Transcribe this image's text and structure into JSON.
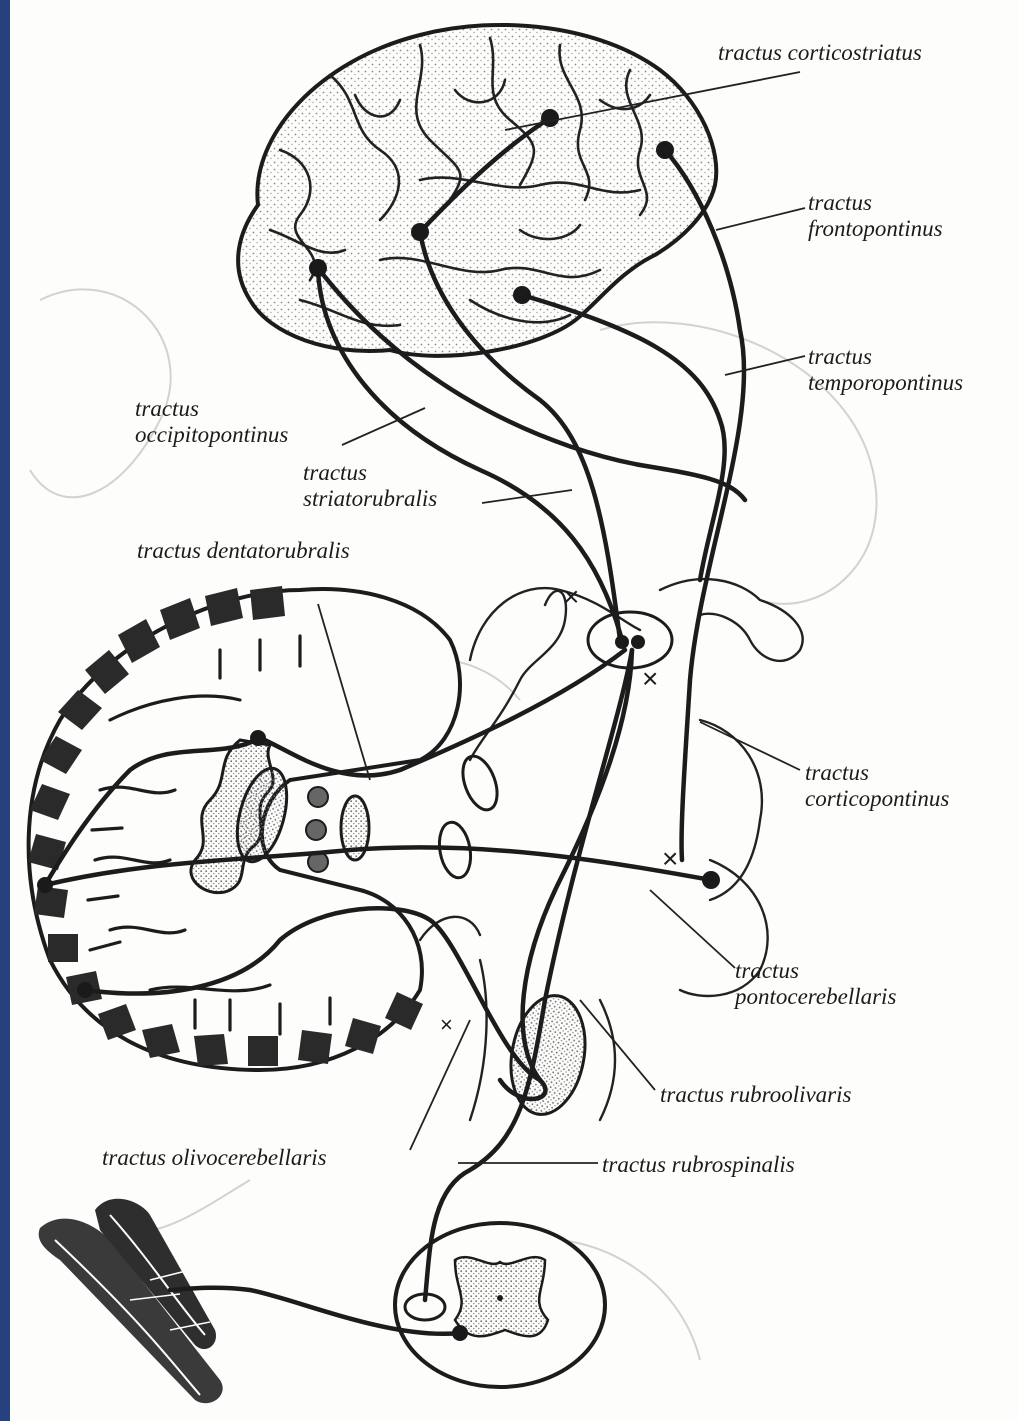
{
  "colors": {
    "ink": "#1c1c1c",
    "stipple": "#8a8a8a",
    "background": "#fdfdfc",
    "side_bar": "#27407e"
  },
  "labels": {
    "corticostriatus": [
      "tractus   corticostriatus"
    ],
    "frontopontinus": [
      "tractus",
      "frontopontinus"
    ],
    "temporopontinus": [
      "tractus",
      "temporopontinus"
    ],
    "occipitopontinus": [
      "tractus",
      "occipitopontinus"
    ],
    "striatorubralis": [
      "tractus",
      "striatorubralis"
    ],
    "dentatorubralis": [
      "tractus   dentatorubralis"
    ],
    "corticopontinus": [
      "tractus",
      "corticopontinus"
    ],
    "pontocerebellaris": [
      "tractus",
      "pontocerebellaris"
    ],
    "rubroolivaris": [
      "tractus   rubroolivaris"
    ],
    "olivocerebellaris": [
      "tractus   olivocerebellaris"
    ],
    "rubrospinalis": [
      "tractus   rubrospinalis"
    ]
  },
  "markers": {
    "decussation": "×"
  }
}
